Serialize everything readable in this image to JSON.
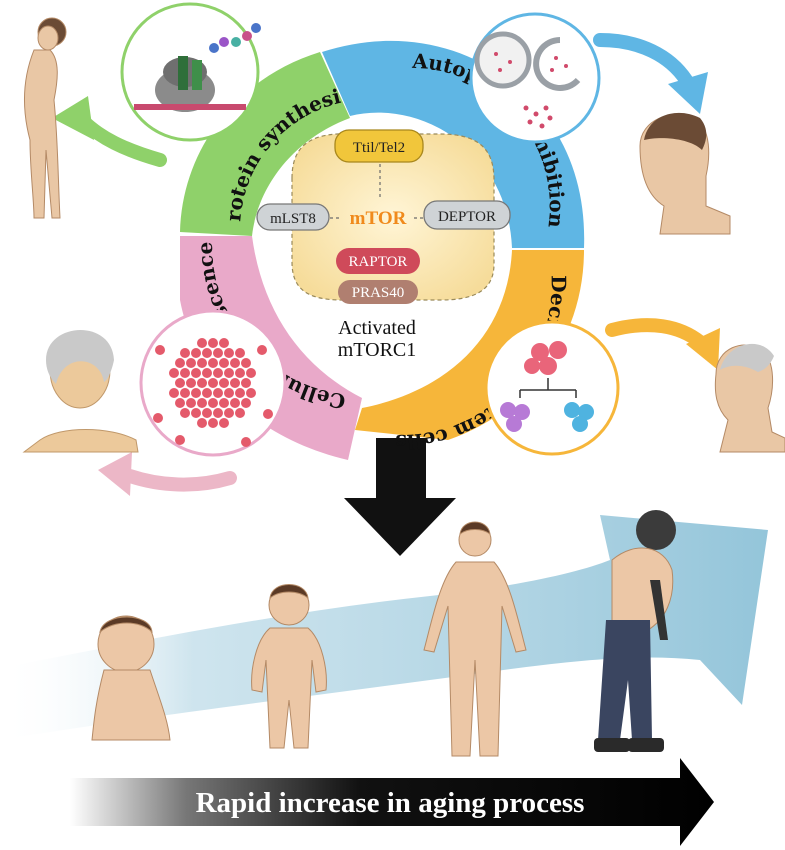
{
  "ring_labels": {
    "protein_synthesis": "Protein synthesis",
    "autophagy_inhibition": "Autophagy inhibition",
    "decrease_stem_cells": "Decrease in stem cells",
    "cellular_senescence": "Cellular senescence"
  },
  "complex": {
    "tti1_tel2": "Ttil/Tel2",
    "mlst8": "mLST8",
    "mtor": "mTOR",
    "deptor": "DEPTOR",
    "raptor": "RAPTOR",
    "pras40": "PRAS40",
    "caption_line1": "Activated",
    "caption_line2": "mTORC1"
  },
  "banner": {
    "text": "Rapid increase in aging process"
  },
  "colors": {
    "protein_synthesis": "#8fd16a",
    "autophagy_inhibition": "#5fb6e4",
    "decrease_stem_cells": "#f6b63a",
    "cellular_senescence": "#e9a9c9",
    "mtor": "#f08a1c",
    "raptor": "#cf4a5a",
    "pras40": "#b07f70",
    "complex_bg": "#fbe9b6",
    "tti1_tel2": "#f1c63b",
    "gray_pill": "#cfd3d6",
    "black_arrow": "#111111",
    "band": "#a7cfe0"
  }
}
